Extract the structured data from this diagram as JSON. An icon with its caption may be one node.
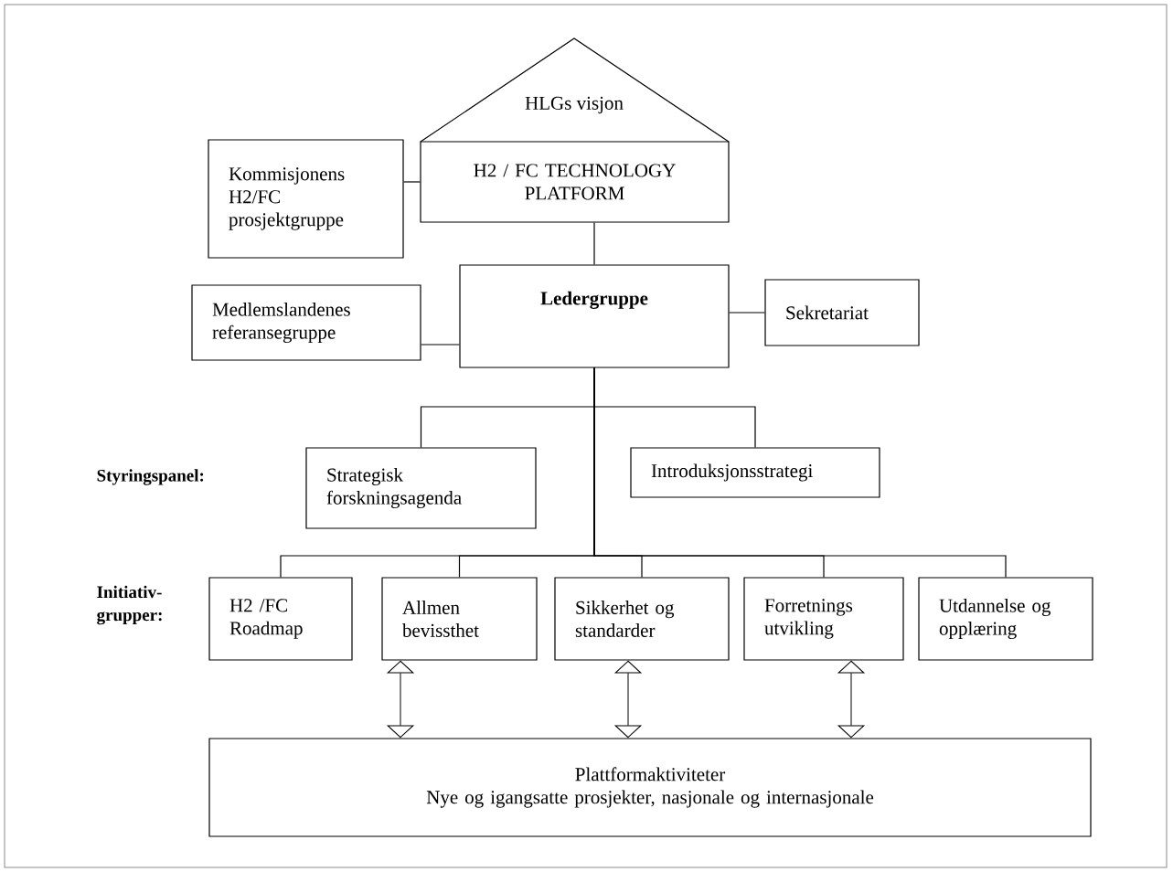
{
  "diagram": {
    "nodes": [
      {
        "text": [
          "HLGs visjon"
        ]
      },
      {
        "text": [
          "Kommisjonens H2/FC prosjektgruppe"
        ]
      },
      {
        "text": [
          "H2 / FC TECHNOLOGY PLATFORM"
        ]
      },
      {
        "text": [
          "Medlemslandenes referansegruppe"
        ]
      },
      {
        "text": [
          "Ledergruppe"
        ]
      },
      {
        "text": [
          "Sekretariat"
        ]
      },
      {
        "text": [
          "Strategisk forskningsagenda"
        ]
      },
      {
        "text": [
          "Introduksjonsstrategi"
        ]
      },
      {
        "text": [
          "H2 /FC Roadmap"
        ]
      },
      {
        "text": [
          "Allmen bevissthet"
        ]
      },
      {
        "text": [
          "Sikkerhet og standarder"
        ]
      },
      {
        "text": [
          "Forretnings utvikling"
        ]
      },
      {
        "text": [
          "Utdannelse og opplæring"
        ]
      },
      {
        "text": [
          "Plattformaktiviteter",
          "Nye og igangsatte prosjekter, nasjonale og internasjonale"
        ]
      }
    ],
    "edges": [
      {
        "from": 1,
        "to": 2,
        "arrow": "none"
      },
      {
        "from": 2,
        "to": 4,
        "arrow": "none"
      },
      {
        "from": 3,
        "to": 4,
        "arrow": "none"
      },
      {
        "from": 4,
        "to": 5,
        "arrow": "none"
      },
      {
        "from": 4,
        "to": 6,
        "arrow": "none"
      },
      {
        "from": 4,
        "to": 7,
        "arrow": "none"
      },
      {
        "from": 4,
        "to": 8,
        "arrow": "none"
      },
      {
        "from": 4,
        "to": 9,
        "arrow": "none"
      },
      {
        "from": 4,
        "to": 10,
        "arrow": "none"
      },
      {
        "from": 4,
        "to": 11,
        "arrow": "none"
      },
      {
        "from": 4,
        "to": 12,
        "arrow": "none"
      },
      {
        "from": 9,
        "to": 13,
        "arrow": "both"
      },
      {
        "from": 10,
        "to": 13,
        "arrow": "both"
      },
      {
        "from": 11,
        "to": 13,
        "arrow": "both"
      }
    ],
    "labels": [
      "Styringspanel:",
      "Initiativ-grupper:"
    ]
  }
}
